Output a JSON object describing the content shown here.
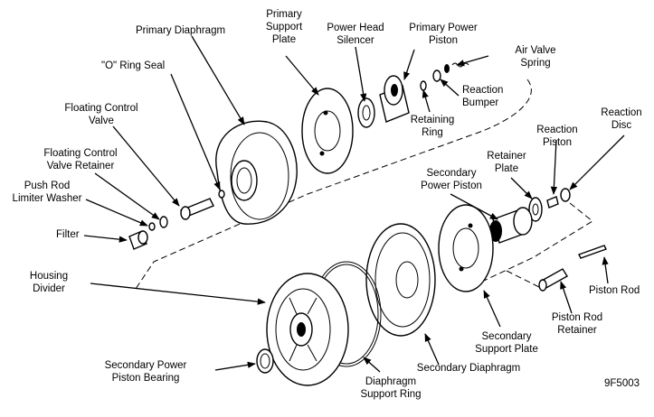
{
  "figure_code": "9F5003",
  "labels": {
    "primary_diaphragm": "Primary Diaphragm",
    "primary_support_plate_1": "Primary",
    "primary_support_plate_2": "Support",
    "primary_support_plate_3": "Plate",
    "power_head_silencer_1": "Power Head",
    "power_head_silencer_2": "Silencer",
    "primary_power_piston_1": "Primary Power",
    "primary_power_piston_2": "Piston",
    "air_valve_spring_1": "Air Valve",
    "air_valve_spring_2": "Spring",
    "o_ring_seal": "\"O\" Ring Seal",
    "reaction_bumper_1": "Reaction",
    "reaction_bumper_2": "Bumper",
    "retaining_ring_1": "Retaining",
    "retaining_ring_2": "Ring",
    "floating_control_valve_1": "Floating Control",
    "floating_control_valve_2": "Valve",
    "reaction_piston_1": "Reaction",
    "reaction_piston_2": "Piston",
    "reaction_disc_1": "Reaction",
    "reaction_disc_2": "Disc",
    "retainer_plate_1": "Retainer",
    "retainer_plate_2": "Plate",
    "floating_control_valve_retainer_1": "Floating Control",
    "floating_control_valve_retainer_2": "Valve Retainer",
    "secondary_power_piston_top_1": "Secondary",
    "secondary_power_piston_top_2": "Power Piston",
    "push_rod_limiter_washer_1": "Push Rod",
    "push_rod_limiter_washer_2": "Limiter Washer",
    "filter": "Filter",
    "housing_divider_1": "Housing",
    "housing_divider_2": "Divider",
    "piston_rod": "Piston Rod",
    "piston_rod_retainer_1": "Piston Rod",
    "piston_rod_retainer_2": "Retainer",
    "secondary_support_plate_1": "Secondary",
    "secondary_support_plate_2": "Support Plate",
    "secondary_power_piston_bearing_1": "Secondary Power",
    "secondary_power_piston_bearing_2": "Piston Bearing",
    "secondary_diaphragm": "Secondary Diaphragm",
    "diaphragm_support_ring_1": "Diaphragm",
    "diaphragm_support_ring_2": "Support Ring"
  }
}
